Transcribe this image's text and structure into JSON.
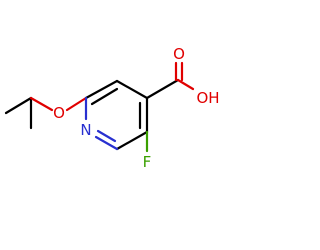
{
  "colors": {
    "bond": "#000000",
    "nitrogen": "#2830d0",
    "oxygen": "#e00000",
    "fluorine": "#3aa000",
    "background": "#ffffff"
  },
  "atoms": {
    "ring_nitrogen": "N",
    "ether_oxygen": "O",
    "carbonyl_oxygen": "O",
    "hydroxyl": "OH",
    "fluorine": "F"
  }
}
